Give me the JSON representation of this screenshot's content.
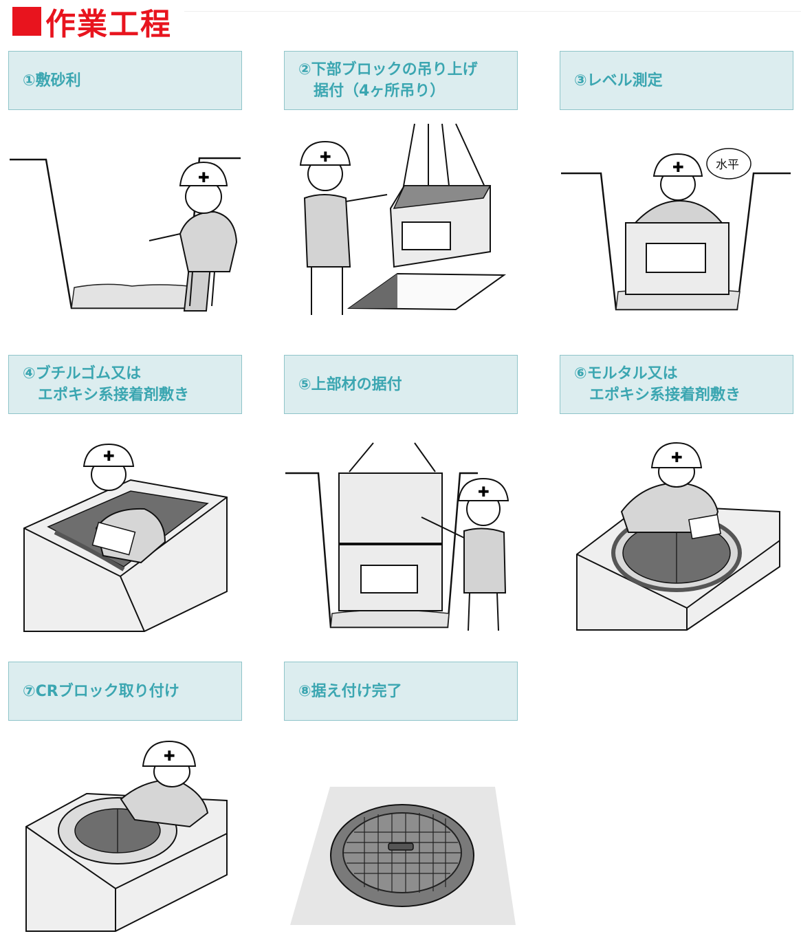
{
  "page": {
    "title": "作業工程"
  },
  "steps": [
    {
      "label": "①敷砂利"
    },
    {
      "label": "②下部ブロックの吊り上げ\n　据付（4ヶ所吊り）"
    },
    {
      "label": "③レベル測定"
    },
    {
      "label": "④ブチルゴム又は\n　エポキシ系接着剤敷き"
    },
    {
      "label": "⑤上部材の据付"
    },
    {
      "label": "⑥モルタル又は\n　エポキシ系接着剤敷き"
    },
    {
      "label": "⑦CRブロック取り付け"
    },
    {
      "label": "⑧据え付け完了"
    }
  ],
  "illustration_text": {
    "speech_bubble": "水平"
  },
  "colors": {
    "title_red": "#e8141e",
    "label_bg": "#dcedef",
    "label_border": "#8ec4c9",
    "label_text": "#3ba6b1"
  }
}
